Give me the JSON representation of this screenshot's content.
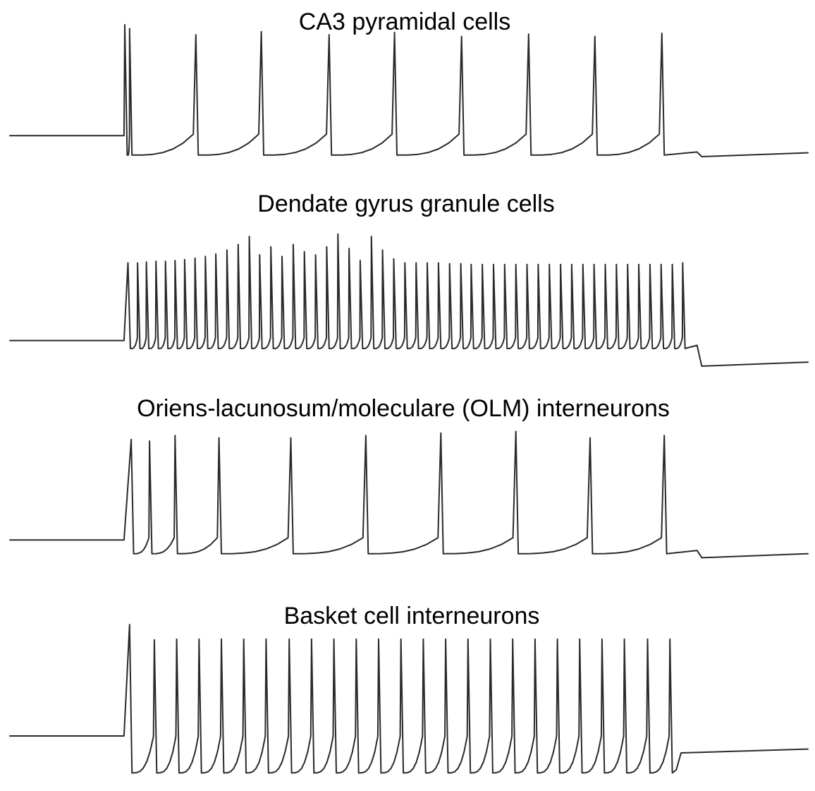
{
  "chart_data": [
    {
      "type": "line",
      "title": "CA3 pyramidal cells",
      "rest": "-0.43",
      "stim_on": 0.143,
      "stim_off": 0.861,
      "spike_times": [
        0.144,
        0.15,
        0.233,
        0.315,
        0.4,
        0.482,
        0.566,
        0.65,
        0.733,
        0.817
      ],
      "spike_peaks": [
        1.0,
        0.95,
        0.87,
        0.91,
        0.87,
        0.9,
        0.85,
        0.88,
        0.85,
        0.89
      ],
      "trough": "-0.68",
      "post_level": "-0.68",
      "color": "#2a2a2a"
    },
    {
      "type": "line",
      "title": "Dendate gyrus granule cells",
      "rest": "-0.45",
      "stim_on": 0.143,
      "stim_off": 0.861,
      "spike_times": [
        0.148,
        0.16,
        0.171,
        0.183,
        0.195,
        0.207,
        0.219,
        0.232,
        0.245,
        0.258,
        0.272,
        0.286,
        0.3,
        0.313,
        0.327,
        0.341,
        0.355,
        0.369,
        0.383,
        0.397,
        0.411,
        0.425,
        0.439,
        0.453,
        0.467,
        0.481,
        0.495,
        0.509,
        0.523,
        0.537,
        0.551,
        0.565,
        0.578,
        0.592,
        0.606,
        0.62,
        0.634,
        0.648,
        0.662,
        0.676,
        0.69,
        0.704,
        0.718,
        0.732,
        0.746,
        0.76,
        0.774,
        0.788,
        0.802,
        0.816,
        0.83,
        0.843
      ],
      "spike_peaks": [
        0.52,
        0.52,
        0.53,
        0.54,
        0.54,
        0.55,
        0.56,
        0.58,
        0.6,
        0.63,
        0.68,
        0.75,
        0.85,
        0.62,
        0.72,
        0.6,
        0.75,
        0.66,
        0.62,
        0.72,
        0.88,
        0.7,
        0.55,
        0.85,
        0.68,
        0.57,
        0.52,
        0.52,
        0.52,
        0.52,
        0.51,
        0.51,
        0.5,
        0.5,
        0.5,
        0.5,
        0.5,
        0.5,
        0.5,
        0.5,
        0.5,
        0.5,
        0.5,
        0.5,
        0.5,
        0.5,
        0.5,
        0.5,
        0.5,
        0.5,
        0.5,
        0.52
      ],
      "trough": "-0.55",
      "post_level": "-0.75",
      "color": "#2a2a2a"
    },
    {
      "type": "line",
      "title": "Oriens-lacunosum/moleculare (OLM) interneurons",
      "rest": "-0.45",
      "stim_on": 0.143,
      "stim_off": 0.861,
      "spike_times": [
        0.152,
        0.175,
        0.207,
        0.262,
        0.352,
        0.446,
        0.54,
        0.634,
        0.727,
        0.82
      ],
      "spike_peaks": [
        0.8,
        0.78,
        0.85,
        0.82,
        0.82,
        0.85,
        0.88,
        0.9,
        0.82,
        0.85
      ],
      "trough": "-0.62",
      "post_level": "-0.65",
      "color": "#2a2a2a"
    },
    {
      "type": "line",
      "title": "Basket cell interneurons",
      "rest": "-0.45",
      "stim_on": 0.143,
      "stim_off": 0.835,
      "spike_times": [
        0.15,
        0.181,
        0.209,
        0.237,
        0.265,
        0.293,
        0.321,
        0.35,
        0.378,
        0.406,
        0.434,
        0.462,
        0.49,
        0.518,
        0.546,
        0.574,
        0.602,
        0.63,
        0.658,
        0.686,
        0.714,
        0.742,
        0.77,
        0.799,
        0.827
      ],
      "spike_peaks": [
        1.0,
        0.8,
        0.81,
        0.81,
        0.81,
        0.81,
        0.81,
        0.81,
        0.81,
        0.81,
        0.81,
        0.81,
        0.81,
        0.81,
        0.81,
        0.81,
        0.81,
        0.81,
        0.81,
        0.81,
        0.81,
        0.81,
        0.81,
        0.81,
        0.81
      ],
      "trough": "-0.93",
      "post_level": "-0.65",
      "color": "#2a2a2a"
    }
  ]
}
